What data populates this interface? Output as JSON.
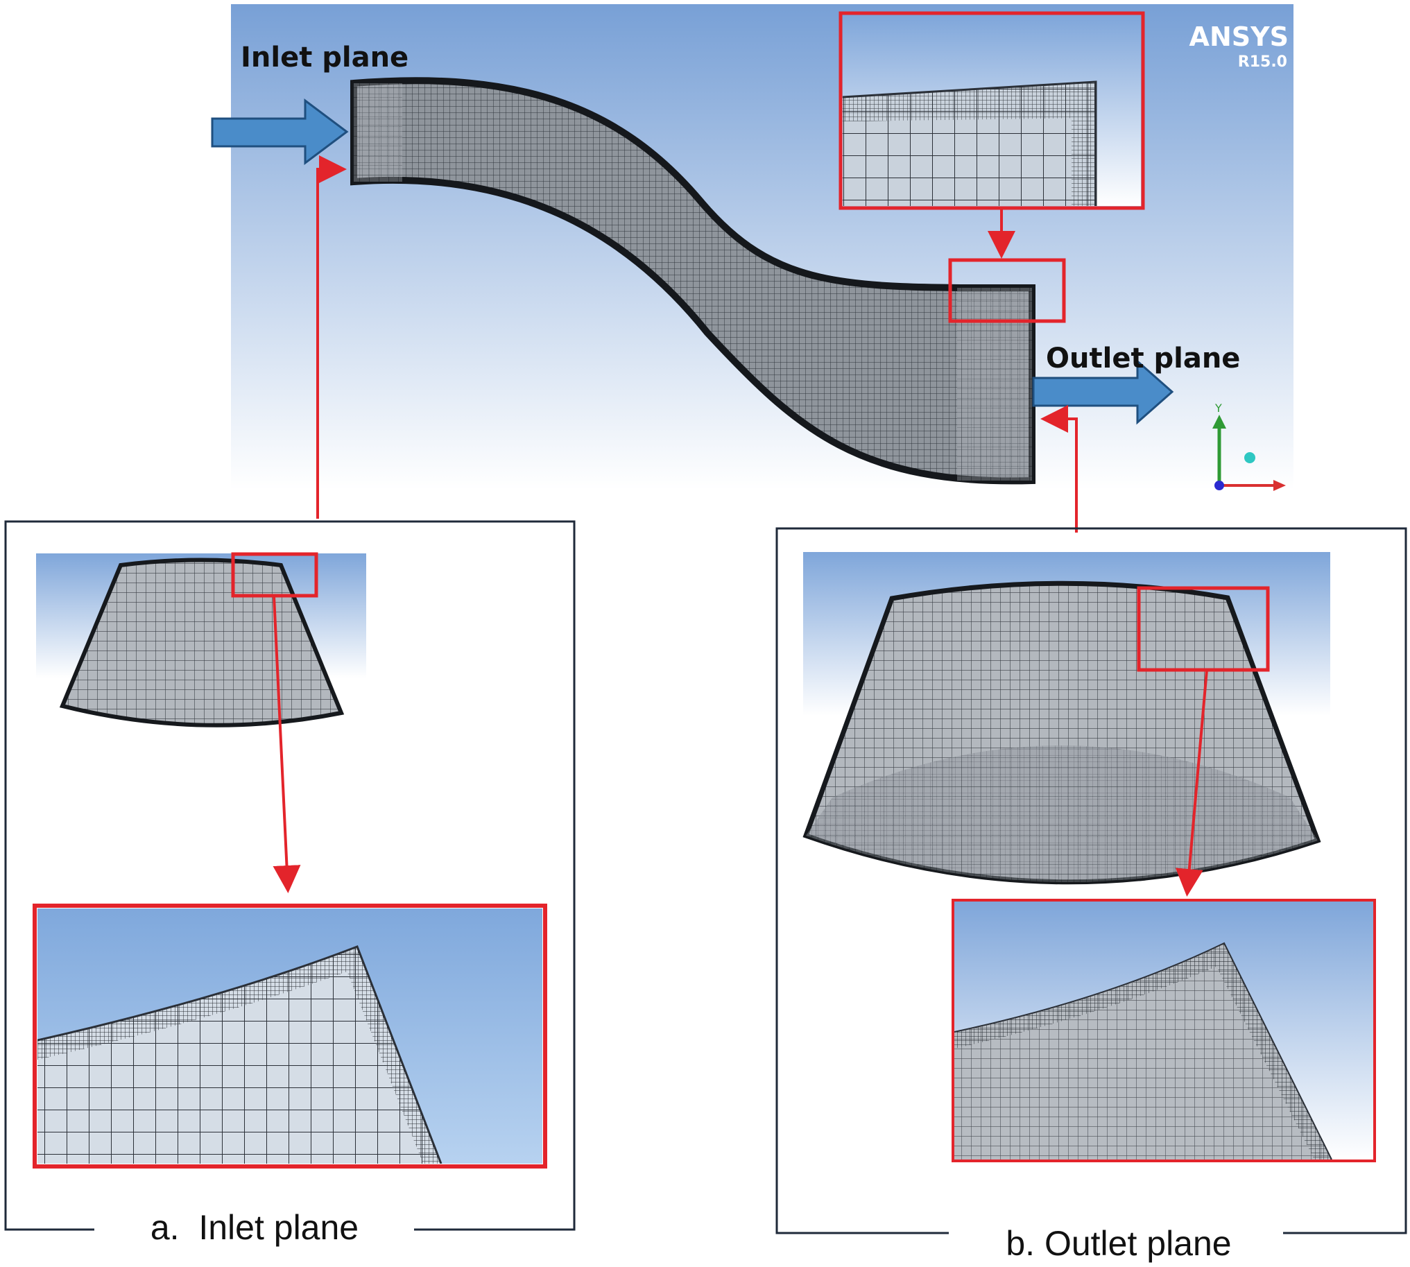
{
  "labels": {
    "inlet_plane": "Inlet plane",
    "outlet_plane": "Outlet plane",
    "caption_a": "a.  Inlet plane",
    "caption_b": "b. Outlet plane"
  },
  "logo": {
    "brand": "ANSYS",
    "version": "R15.0"
  },
  "axis_triad": {
    "y_label": "Y"
  },
  "colors": {
    "viewport_top": "#7aa3d8",
    "viewport_bottom": "#ffffff",
    "highlight": "#e3242b",
    "flow_arrow": "#4a8cc9",
    "mesh_dark": "#2a2f36",
    "frame": "#1f2a3a"
  }
}
